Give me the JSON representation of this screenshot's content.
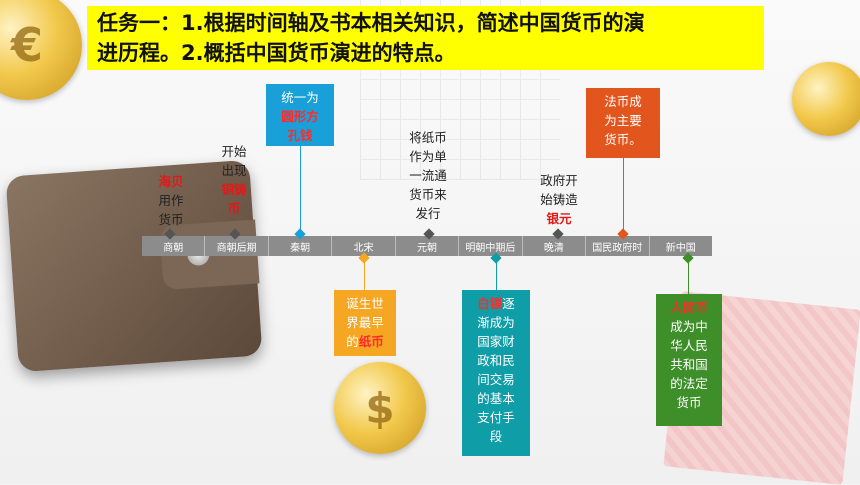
{
  "title": {
    "line1": "任务一：1.根据时间轴及书本相关知识，简述中国货币的演",
    "line2": "进历程。2.概括中国货币演进的特点。"
  },
  "timeline": {
    "periods": [
      "商朝",
      "商朝后期",
      "秦朝",
      "北宋",
      "元朝",
      "明朝中期后",
      "晚清",
      "国民政府时",
      "新中国"
    ]
  },
  "events": {
    "shang": {
      "highlight": "海贝",
      "rest": [
        "用作",
        "货币"
      ]
    },
    "shang_late": {
      "lines": [
        "开始",
        "出现"
      ],
      "highlight": [
        "铜铸",
        "币"
      ]
    },
    "qin": {
      "lines": [
        "统一为"
      ],
      "highlight": [
        "圆形方",
        "孔钱"
      ]
    },
    "song": {
      "lines": [
        "诞生世",
        "界最早"
      ],
      "prefix": "的",
      "highlight": "纸币"
    },
    "yuan": {
      "lines": [
        "将纸币",
        "作为单",
        "一流通",
        "货币来",
        "发行"
      ]
    },
    "ming": {
      "highlight": "白银",
      "first_rest": "逐",
      "lines": [
        "渐成为",
        "国家财",
        "政和民",
        "间交易",
        "的基本",
        "支付手",
        "段"
      ]
    },
    "qing": {
      "lines": [
        "政府开",
        "始铸造"
      ],
      "highlight": "银元"
    },
    "rop": {
      "lines": [
        "法币成",
        "为主要",
        "货币。"
      ]
    },
    "prc": {
      "highlight": "人民币",
      "lines": [
        "成为中",
        "华人民",
        "共和国",
        "的法定",
        "货币"
      ]
    }
  },
  "colors": {
    "title_bg": "#ffff00",
    "qin_box": "#1aa0d8",
    "song_box": "#f5a623",
    "ming_box": "#0f9ea8",
    "rop_box": "#e2551c",
    "prc_box": "#3e8f2a"
  }
}
